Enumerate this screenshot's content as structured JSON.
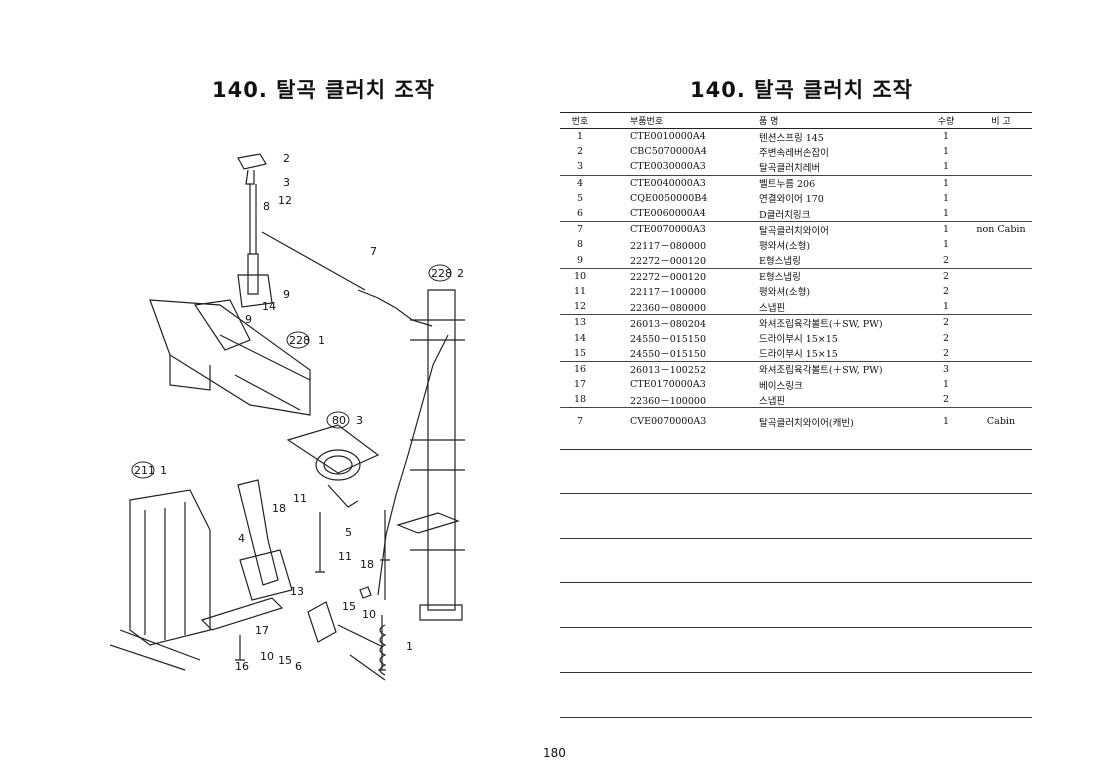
{
  "titles": {
    "left": "140. 탈곡 클러치 조작",
    "right": "140. 탈곡 클러치 조작"
  },
  "callouts": [
    "2",
    "3",
    "8",
    "12",
    "7",
    "228",
    "2",
    "14",
    "9",
    "9",
    "228",
    "1",
    "80",
    "3",
    "211",
    "1",
    "11",
    "18",
    "5",
    "4",
    "13",
    "11",
    "18",
    "15",
    "10",
    "17",
    "16",
    "10",
    "15",
    "6",
    "1"
  ],
  "table": {
    "headers": {
      "no": "번호",
      "part": "부품번호",
      "name": "품      명",
      "qty": "수량",
      "remark": "비  고"
    },
    "rows": [
      {
        "no": "1",
        "part": "CTE0010000A4",
        "name": "텐션스프링 145",
        "qty": "1",
        "remark": ""
      },
      {
        "no": "2",
        "part": "CBC5070000A4",
        "name": "주변속레버손잡이",
        "qty": "1",
        "remark": ""
      },
      {
        "no": "3",
        "part": "CTE0030000A3",
        "name": "탈곡클러치레버",
        "qty": "1",
        "remark": ""
      },
      {
        "no": "4",
        "part": "CTE0040000A3",
        "name": "벨트누름 206",
        "qty": "1",
        "remark": ""
      },
      {
        "no": "5",
        "part": "CQE0050000B4",
        "name": "연결와이어 170",
        "qty": "1",
        "remark": ""
      },
      {
        "no": "6",
        "part": "CTE0060000A4",
        "name": "D클러치링크",
        "qty": "1",
        "remark": ""
      },
      {
        "no": "7",
        "part": "CTE0070000A3",
        "name": "탈곡클러치와이어",
        "qty": "1",
        "remark": "non Cabin"
      },
      {
        "no": "8",
        "part": "22117－080000",
        "name": "평와셔(소형)",
        "qty": "1",
        "remark": ""
      },
      {
        "no": "9",
        "part": "22272－000120",
        "name": "E형스냅링",
        "qty": "2",
        "remark": ""
      },
      {
        "no": "10",
        "part": "22272－000120",
        "name": "E형스냅링",
        "qty": "2",
        "remark": ""
      },
      {
        "no": "11",
        "part": "22117－100000",
        "name": "평와셔(소형)",
        "qty": "2",
        "remark": ""
      },
      {
        "no": "12",
        "part": "22360－080000",
        "name": "스냅핀",
        "qty": "1",
        "remark": ""
      },
      {
        "no": "13",
        "part": "26013－080204",
        "name": "와셔조립육각볼트(＋SW, PW)",
        "qty": "2",
        "remark": ""
      },
      {
        "no": "14",
        "part": "24550－015150",
        "name": "드라이부시 15×15",
        "qty": "2",
        "remark": ""
      },
      {
        "no": "15",
        "part": "24550－015150",
        "name": "드라이부시 15×15",
        "qty": "2",
        "remark": ""
      },
      {
        "no": "16",
        "part": "26013－100252",
        "name": "와셔조립육각볼트(＋SW, PW)",
        "qty": "3",
        "remark": ""
      },
      {
        "no": "17",
        "part": "CTE0170000A3",
        "name": "베이스링크",
        "qty": "1",
        "remark": ""
      },
      {
        "no": "18",
        "part": "22360－100000",
        "name": "스냅핀",
        "qty": "2",
        "remark": ""
      },
      {
        "no": "7",
        "part": "CVE0070000A3",
        "name": "탈곡클러치와이어(캐빈)",
        "qty": "1",
        "remark": "Cabin"
      }
    ]
  },
  "page_number": "180"
}
